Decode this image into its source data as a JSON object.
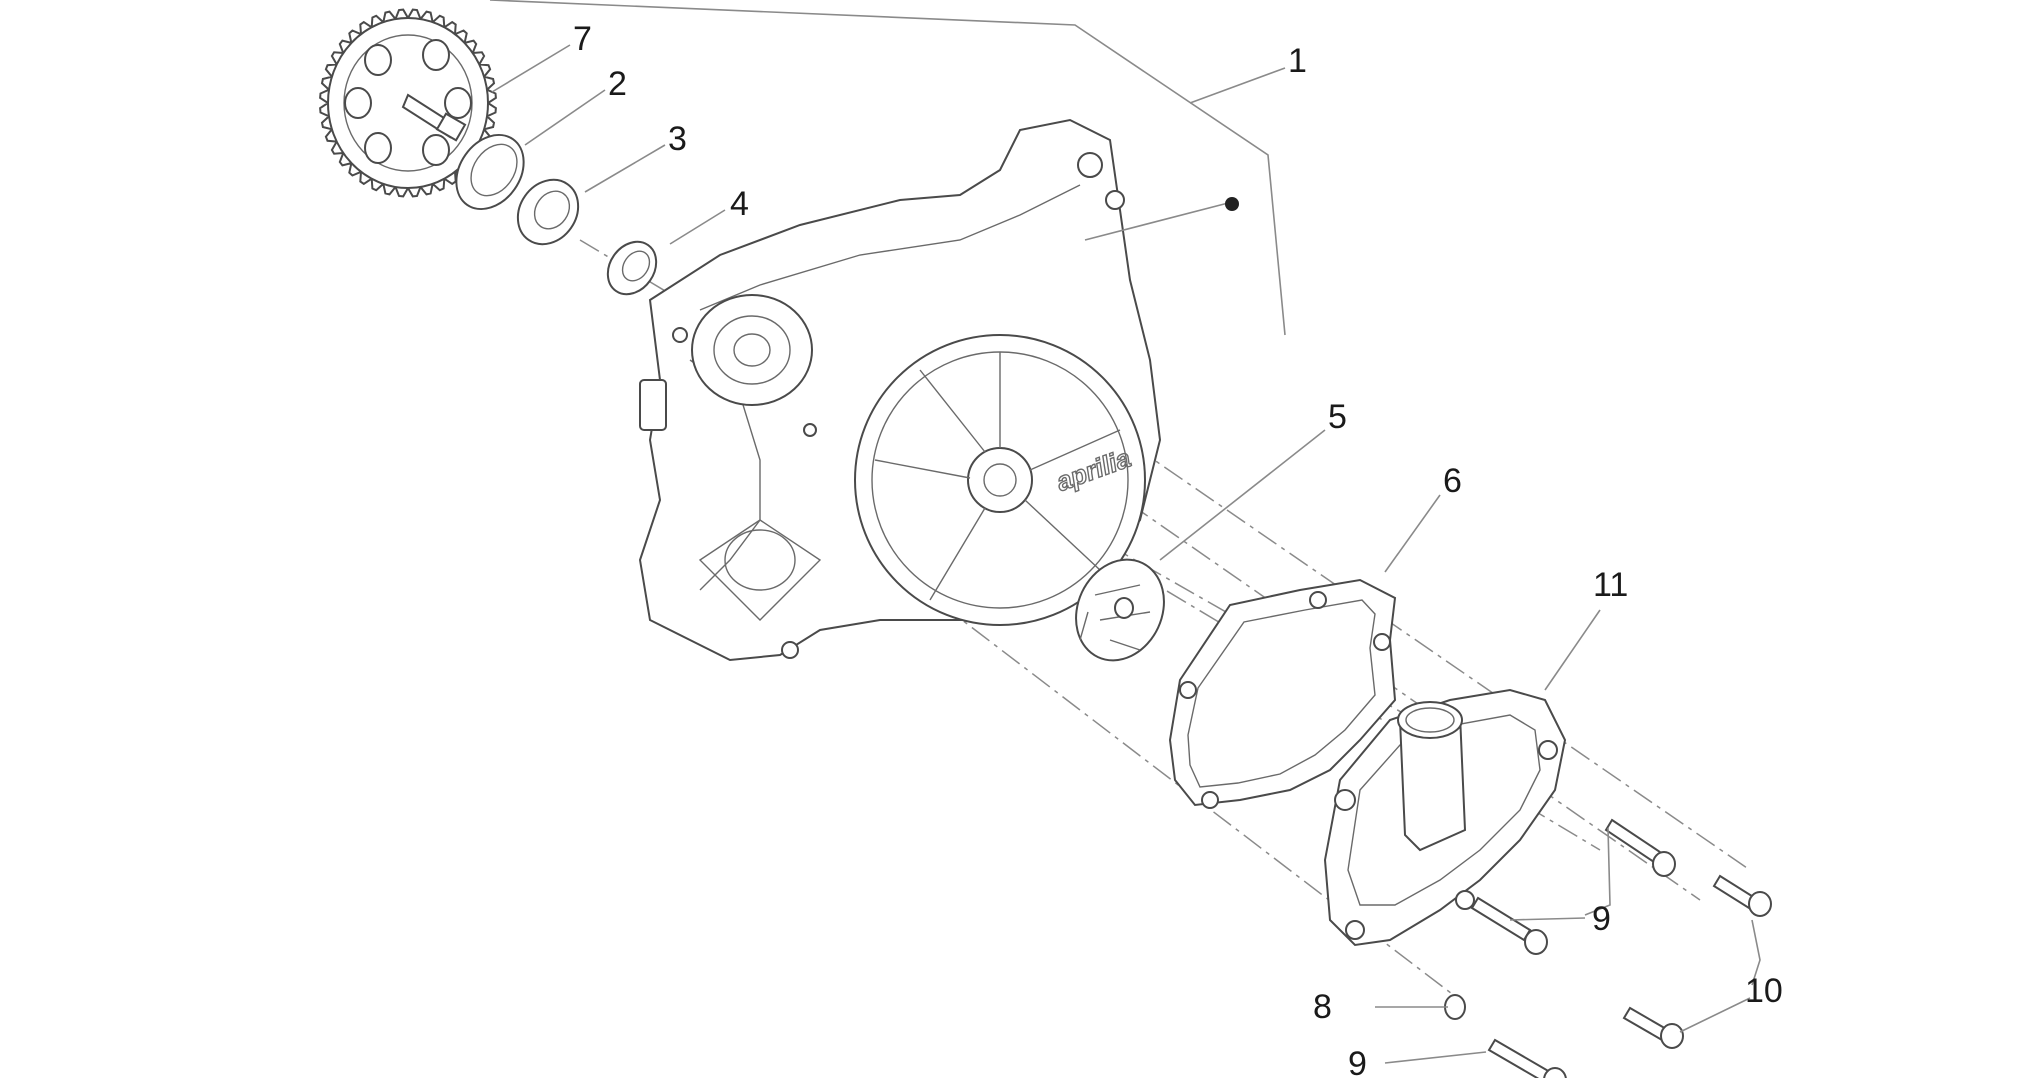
{
  "diagram": {
    "callouts": [
      {
        "id": "1",
        "label": "1"
      },
      {
        "id": "2",
        "label": "2"
      },
      {
        "id": "3",
        "label": "3"
      },
      {
        "id": "4",
        "label": "4"
      },
      {
        "id": "5",
        "label": "5"
      },
      {
        "id": "6",
        "label": "6"
      },
      {
        "id": "7",
        "label": "7"
      },
      {
        "id": "8",
        "label": "8"
      },
      {
        "id": "9a",
        "label": "9"
      },
      {
        "id": "9b",
        "label": "9"
      },
      {
        "id": "10",
        "label": "10"
      },
      {
        "id": "11",
        "label": "11"
      }
    ],
    "logo_text": "aprilia"
  }
}
